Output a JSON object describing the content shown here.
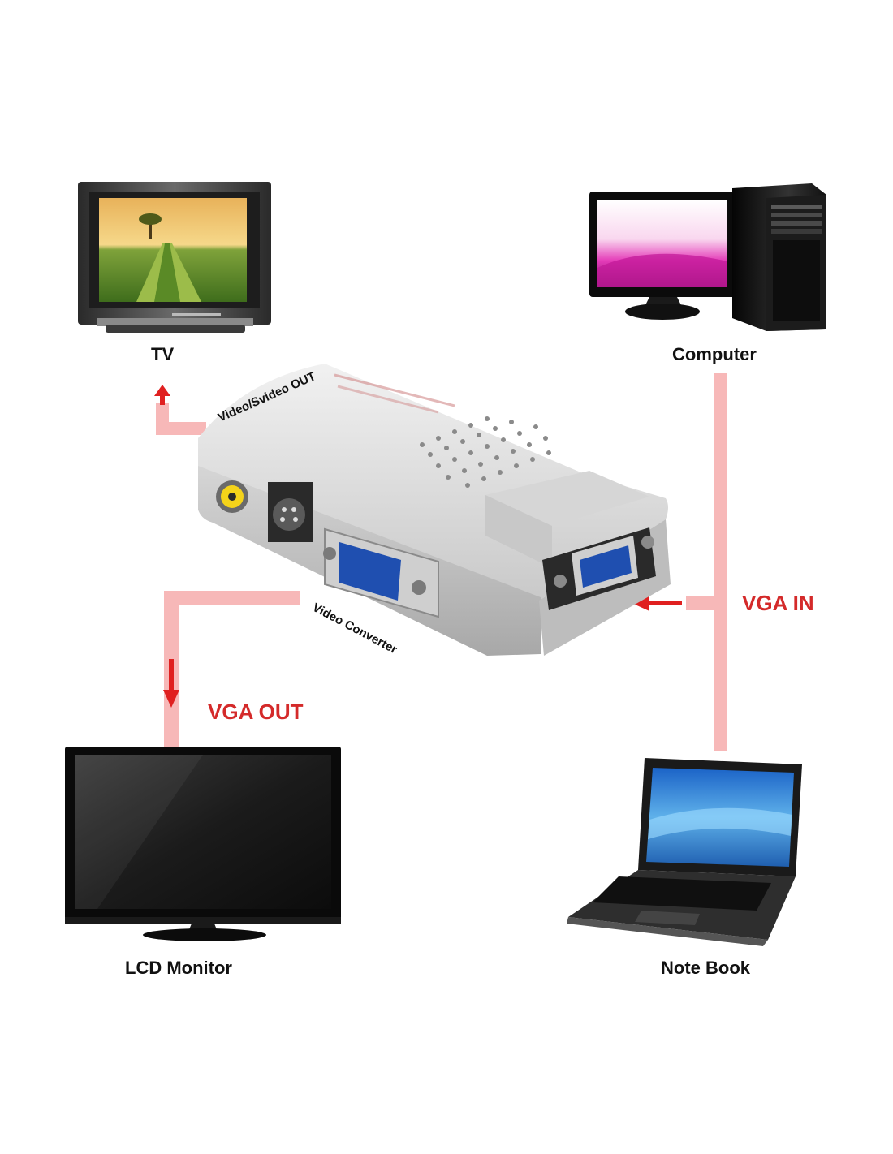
{
  "devices": {
    "tv": {
      "label": "TV"
    },
    "computer": {
      "label": "Computer"
    },
    "lcd_monitor": {
      "label": "LCD Monitor"
    },
    "notebook": {
      "label": "Note Book"
    }
  },
  "signals": {
    "vga_in": "VGA IN",
    "vga_out": "VGA OUT"
  },
  "ports": {
    "video_svideo_out": "Video/Svideo OUT",
    "video_converter": "Video Converter"
  },
  "colors": {
    "cable": "#f7b8b8",
    "arrow": "#e02020",
    "signal_text": "#d42a2a",
    "device_label": "#111111"
  }
}
